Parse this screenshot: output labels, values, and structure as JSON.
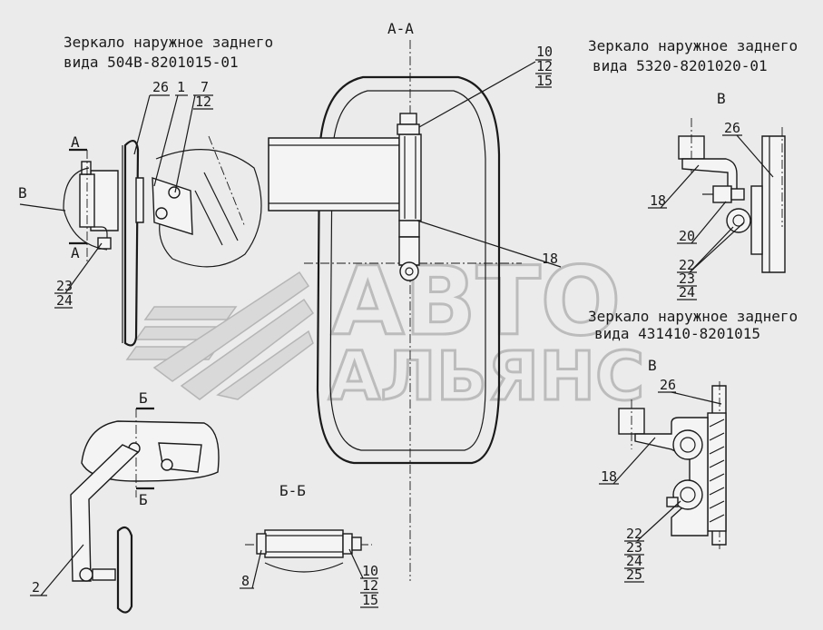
{
  "captions": {
    "mirror_1": {
      "line1": "Зеркало наружное заднего",
      "line2": "вида 504В-8201015-01"
    },
    "mirror_2": {
      "line1": "Зеркало наружное заднего",
      "line2": "вида 5320-8201020-01"
    },
    "mirror_3": {
      "line1": "Зеркало наружное заднего",
      "line2": "вида 431410-8201015"
    }
  },
  "section_labels": {
    "aa": "А-А",
    "bb": "Б-Б",
    "a_top": "А",
    "a_bottom": "А",
    "b_top": "Б",
    "b_bottom": "Б",
    "v_left": "В",
    "v_right_top": "В",
    "v_right_bottom": "В"
  },
  "callouts": {
    "left": {
      "c26": "26",
      "c1": "1",
      "c7": "7",
      "c12": "12",
      "c23": "23",
      "c24": "24",
      "c2": "2"
    },
    "center": {
      "c10": "10",
      "c12": "12",
      "c15": "15",
      "c18": "18"
    },
    "bb": {
      "c8": "8",
      "c10": "10",
      "c12": "12",
      "c15": "15"
    },
    "right_top": {
      "c26": "26",
      "c18": "18",
      "c20": "20",
      "c22": "22",
      "c23": "23",
      "c24": "24"
    },
    "right_bottom": {
      "c26": "26",
      "c18": "18",
      "c22": "22",
      "c23": "23",
      "c24": "24",
      "c25": "25"
    }
  },
  "watermark": {
    "line1": "АВТО",
    "line2": "АЛЬЯНС"
  },
  "colors": {
    "background": "#ebebeb",
    "ink": "#1a1a1a",
    "watermark": "#bdbdbd"
  }
}
